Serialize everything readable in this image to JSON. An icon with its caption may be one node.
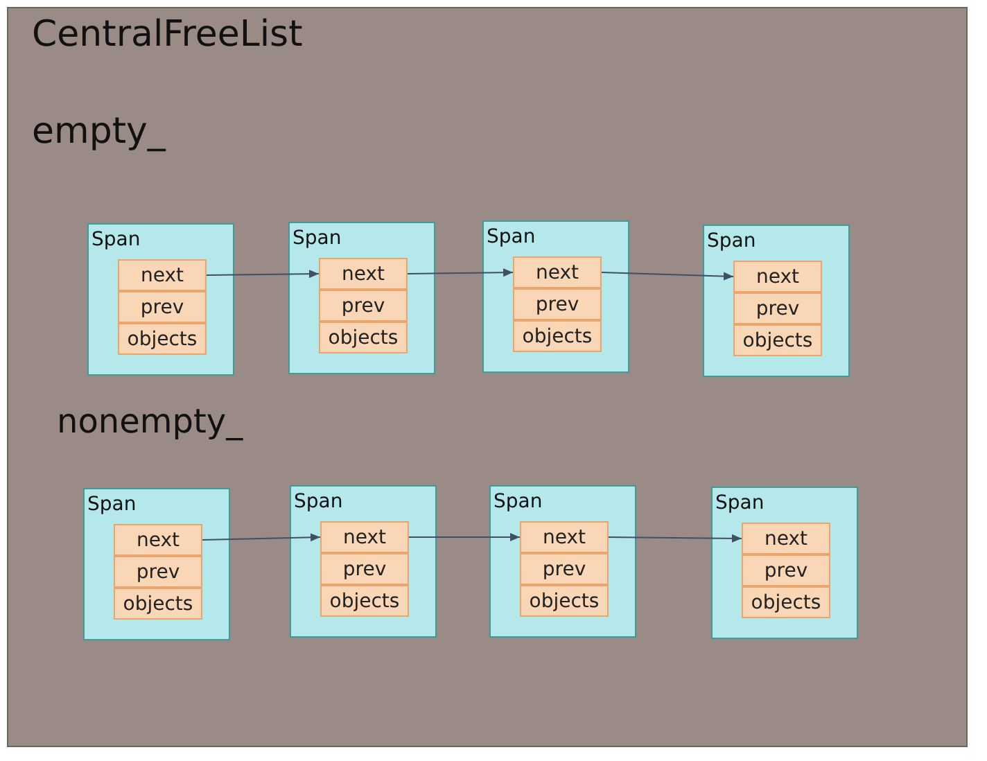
{
  "diagram": {
    "nodes": [
      {
        "text": [
          "CentralFreeList",
          "empty_",
          "nonempty_"
        ]
      },
      {
        "text": [
          "Span"
        ],
        "in": 0
      },
      {
        "text": [
          "next"
        ],
        "in": 1
      },
      {
        "text": [
          "prev"
        ],
        "in": 1
      },
      {
        "text": [
          "objects"
        ],
        "in": 1
      },
      {
        "text": [
          "Span"
        ],
        "in": 0
      },
      {
        "text": [
          "next"
        ],
        "in": 5
      },
      {
        "text": [
          "prev"
        ],
        "in": 5
      },
      {
        "text": [
          "objects"
        ],
        "in": 5
      },
      {
        "text": [
          "Span"
        ],
        "in": 0
      },
      {
        "text": [
          "next"
        ],
        "in": 9
      },
      {
        "text": [
          "prev"
        ],
        "in": 9
      },
      {
        "text": [
          "objects"
        ],
        "in": 9
      },
      {
        "text": [
          "Span"
        ],
        "in": 0
      },
      {
        "text": [
          "next"
        ],
        "in": 13
      },
      {
        "text": [
          "prev"
        ],
        "in": 13
      },
      {
        "text": [
          "objects"
        ],
        "in": 13
      },
      {
        "text": [
          "Span"
        ],
        "in": 0
      },
      {
        "text": [
          "next"
        ],
        "in": 17
      },
      {
        "text": [
          "prev"
        ],
        "in": 17
      },
      {
        "text": [
          "objects"
        ],
        "in": 17
      },
      {
        "text": [
          "Span"
        ],
        "in": 0
      },
      {
        "text": [
          "next"
        ],
        "in": 21
      },
      {
        "text": [
          "prev"
        ],
        "in": 21
      },
      {
        "text": [
          "objects"
        ],
        "in": 21
      },
      {
        "text": [
          "Span"
        ],
        "in": 0
      },
      {
        "text": [
          "next"
        ],
        "in": 25
      },
      {
        "text": [
          "prev"
        ],
        "in": 25
      },
      {
        "text": [
          "objects"
        ],
        "in": 25
      },
      {
        "text": [
          "Span"
        ],
        "in": 0
      },
      {
        "text": [
          "next"
        ],
        "in": 29
      },
      {
        "text": [
          "prev"
        ],
        "in": 29
      },
      {
        "text": [
          "objects"
        ],
        "in": 29
      }
    ],
    "edges": [
      {
        "from": 2,
        "to": 6,
        "arrow": "to"
      },
      {
        "from": 6,
        "to": 10,
        "arrow": "to"
      },
      {
        "from": 10,
        "to": 14,
        "arrow": "to"
      },
      {
        "from": 18,
        "to": 22,
        "arrow": "to"
      },
      {
        "from": 22,
        "to": 26,
        "arrow": "to"
      },
      {
        "from": 26,
        "to": 30,
        "arrow": "to"
      }
    ]
  }
}
